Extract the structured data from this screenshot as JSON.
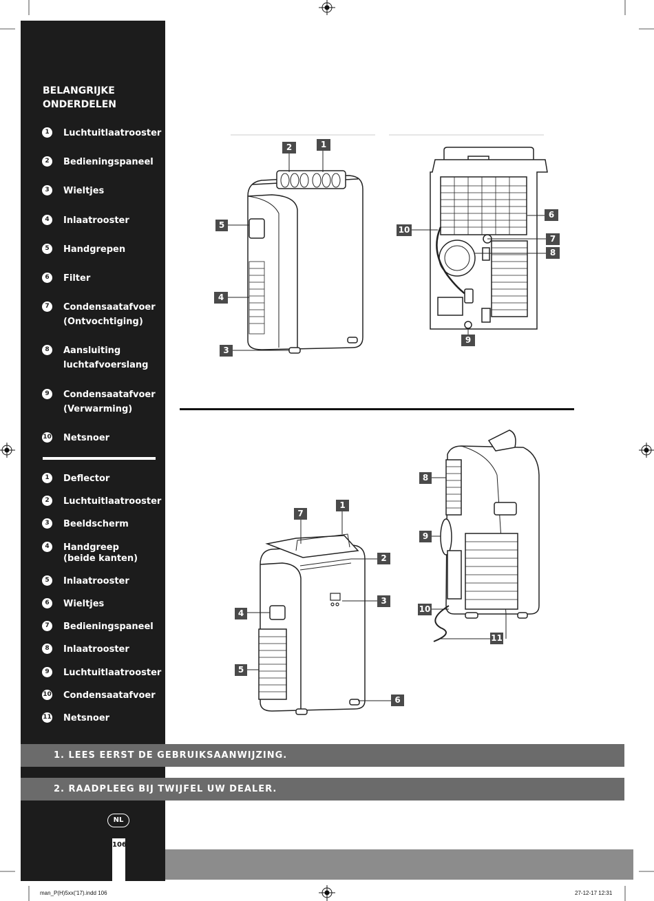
{
  "sidebar": {
    "title": "BELANGRIJKE ONDERDELEN",
    "section1": [
      {
        "n": "1",
        "label": "Luchtuitlaatrooster"
      },
      {
        "n": "2",
        "label": "Bedieningspaneel"
      },
      {
        "n": "3",
        "label": "Wieltjes"
      },
      {
        "n": "4",
        "label": "Inlaatrooster"
      },
      {
        "n": "5",
        "label": "Handgrepen"
      },
      {
        "n": "6",
        "label": "Filter"
      },
      {
        "n": "7",
        "label": "Condensaatafvoer",
        "label2": "(Ontvochtiging)"
      },
      {
        "n": "8",
        "label": "Aansluiting",
        "label2": "luchtafvoerslang"
      },
      {
        "n": "9",
        "label": "Condensaatafvoer",
        "label2": "(Verwarming)"
      },
      {
        "n": "10",
        "label": "Netsnoer"
      }
    ],
    "section2": [
      {
        "n": "1",
        "label": "Deflector"
      },
      {
        "n": "2",
        "label": "Luchtuitlaatrooster"
      },
      {
        "n": "3",
        "label": "Beeldscherm"
      },
      {
        "n": "4",
        "label": "Handgreep",
        "label2": "(beide kanten)"
      },
      {
        "n": "5",
        "label": "Inlaatrooster"
      },
      {
        "n": "6",
        "label": "Wieltjes"
      },
      {
        "n": "7",
        "label": "Bedieningspaneel"
      },
      {
        "n": "8",
        "label": "Inlaatrooster"
      },
      {
        "n": "9",
        "label": "Luchtuitlaatrooster"
      },
      {
        "n": "10",
        "label": "Condensaatafvoer"
      },
      {
        "n": "11",
        "label": "Netsnoer"
      }
    ]
  },
  "notices": {
    "notice1": "1. LEES EERST DE GEBRUIKSAANWIJZING.",
    "notice2": "2. RAADPLEEG BIJ TWIJFEL UW DEALER."
  },
  "language_badge": "NL",
  "page_number": "106",
  "footer": {
    "file": "man_P(H)5xx('17).indd   106",
    "date": "27-12-17   12:31"
  },
  "diagram_callouts": {
    "top_front": [
      "1",
      "2",
      "3",
      "4",
      "5"
    ],
    "top_back": [
      "6",
      "7",
      "8",
      "9",
      "10"
    ],
    "bottom_front": [
      "1",
      "2",
      "3",
      "4",
      "5",
      "6",
      "7"
    ],
    "bottom_back": [
      "8",
      "9",
      "10",
      "11"
    ]
  }
}
